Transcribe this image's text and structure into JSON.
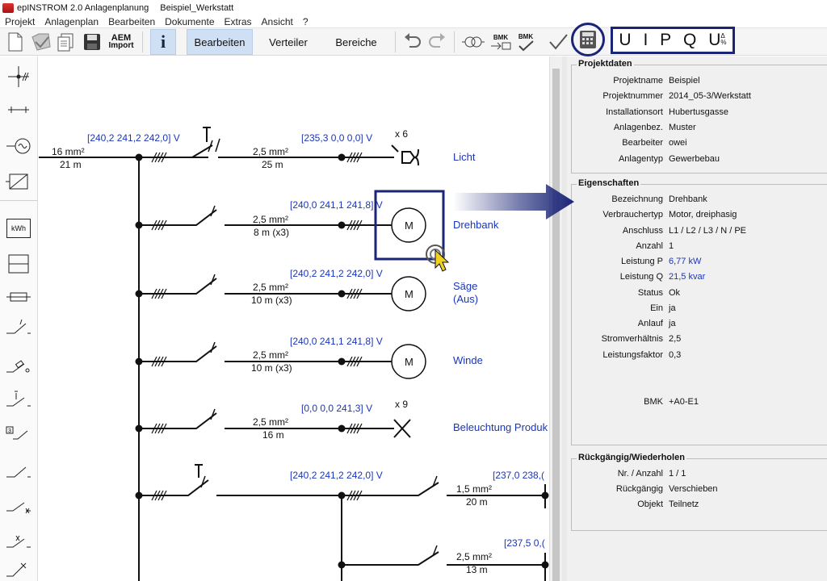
{
  "window": {
    "app_title": "epINSTROM 2.0 Anlagenplanung",
    "doc_title": "Beispiel_Werkstatt"
  },
  "menu": [
    "Projekt",
    "Anlagenplan",
    "Bearbeiten",
    "Dokumente",
    "Extras",
    "Ansicht",
    "?"
  ],
  "toolbar": {
    "aem_line1": "AEM",
    "aem_line2": "Import",
    "tabs": [
      "Bearbeiten",
      "Verteiler",
      "Bereiche"
    ],
    "bmk1": "BMK",
    "bmk2": "BMK",
    "uipq": [
      "U",
      "I",
      "P",
      "Q",
      "U"
    ],
    "uipq_small": "Δ\n%"
  },
  "palette": {
    "kwh_label": "kWh",
    "icons": [
      "busbar-icon",
      "line-icon",
      "generator-icon",
      "transformer-icon",
      "meter-icon",
      "fuse-box-icon",
      "fuse-icon",
      "switch-icon",
      "breaker-icon",
      "disconnector-icon",
      "relay-icon",
      "contactor-icon",
      "isolator-icon",
      "motor-switch-icon"
    ]
  },
  "diagram": {
    "feed": {
      "cable": "16 mm²",
      "length": "21 m"
    },
    "branches": [
      {
        "voltage": "[240,2 241,2 242,0] V",
        "cable": "2,5 mm²",
        "length": "25 m",
        "voltage2": "[235,3 0,0 0,0] V",
        "multiplier": "x 6",
        "label": "Licht"
      },
      {
        "voltage": "[240,0 241,1 241,8] V",
        "cable": "2,5 mm²",
        "length": "8 m (x3)",
        "label": "Drehbank",
        "symbol": "M"
      },
      {
        "voltage": "[240,2 241,2 242,0] V",
        "cable": "2,5 mm²",
        "length": "10 m (x3)",
        "label": "Säge",
        "label2": "(Aus)",
        "symbol": "M"
      },
      {
        "voltage": "[240,0 241,1 241,8] V",
        "cable": "2,5 mm²",
        "length": "10 m (x3)",
        "label": "Winde",
        "symbol": "M"
      },
      {
        "voltage": "[0,0 0,0 241,3] V",
        "cable": "2,5 mm²",
        "length": "16 m",
        "multiplier": "x 9",
        "label": "Beleuchtung Produk"
      },
      {
        "voltage": "[240,2 241,2 242,0] V",
        "voltage2": "[237,0 238,(",
        "cable": "1,5 mm²",
        "length": "20 m"
      },
      {
        "voltage": "[237,5 0,(",
        "cable": "2,5 mm²",
        "length": "13 m"
      }
    ]
  },
  "panel": {
    "projektdaten": {
      "title": "Projektdaten",
      "rows": [
        {
          "k": "Projektname",
          "v": "Beispiel"
        },
        {
          "k": "Projektnummer",
          "v": "2014_05-3/Werkstatt"
        },
        {
          "k": "Installationsort",
          "v": "Hubertusgasse"
        },
        {
          "k": "Anlagenbez.",
          "v": "Muster"
        },
        {
          "k": "Bearbeiter",
          "v": "owei"
        },
        {
          "k": "Anlagentyp",
          "v": "Gewerbebau"
        }
      ]
    },
    "eigenschaften": {
      "title": "Eigenschaften",
      "rows": [
        {
          "k": "Bezeichnung",
          "v": "Drehbank"
        },
        {
          "k": "Verbrauchertyp",
          "v": "Motor, dreiphasig"
        },
        {
          "k": "Anschluss",
          "v": "L1 / L2 / L3 / N / PE"
        },
        {
          "k": "Anzahl",
          "v": "1"
        },
        {
          "k": "Leistung P",
          "v": "6,77 kW"
        },
        {
          "k": "Leistung Q",
          "v": "21,5 kvar"
        },
        {
          "k": "Status",
          "v": "Ok"
        },
        {
          "k": "Ein",
          "v": "ja"
        },
        {
          "k": "Anlauf",
          "v": "ja"
        },
        {
          "k": "Stromverhältnis",
          "v": "2,5"
        },
        {
          "k": "Leistungsfaktor",
          "v": "0,3"
        }
      ],
      "bmk_key": "BMK",
      "bmk_value": "+A0-E1"
    },
    "undo": {
      "title": "Rückgängig/Wiederholen",
      "rows": [
        {
          "k": "Nr. / Anzahl",
          "v": "1 / 1"
        },
        {
          "k": "Rückgängig",
          "v": "Verschieben"
        },
        {
          "k": "Objekt",
          "v": "Teilnetz"
        }
      ]
    }
  },
  "colors": {
    "accent_blue": "#1a36b8",
    "highlight_navy": "#1a2577",
    "tab_active": "#cfe0f4"
  }
}
